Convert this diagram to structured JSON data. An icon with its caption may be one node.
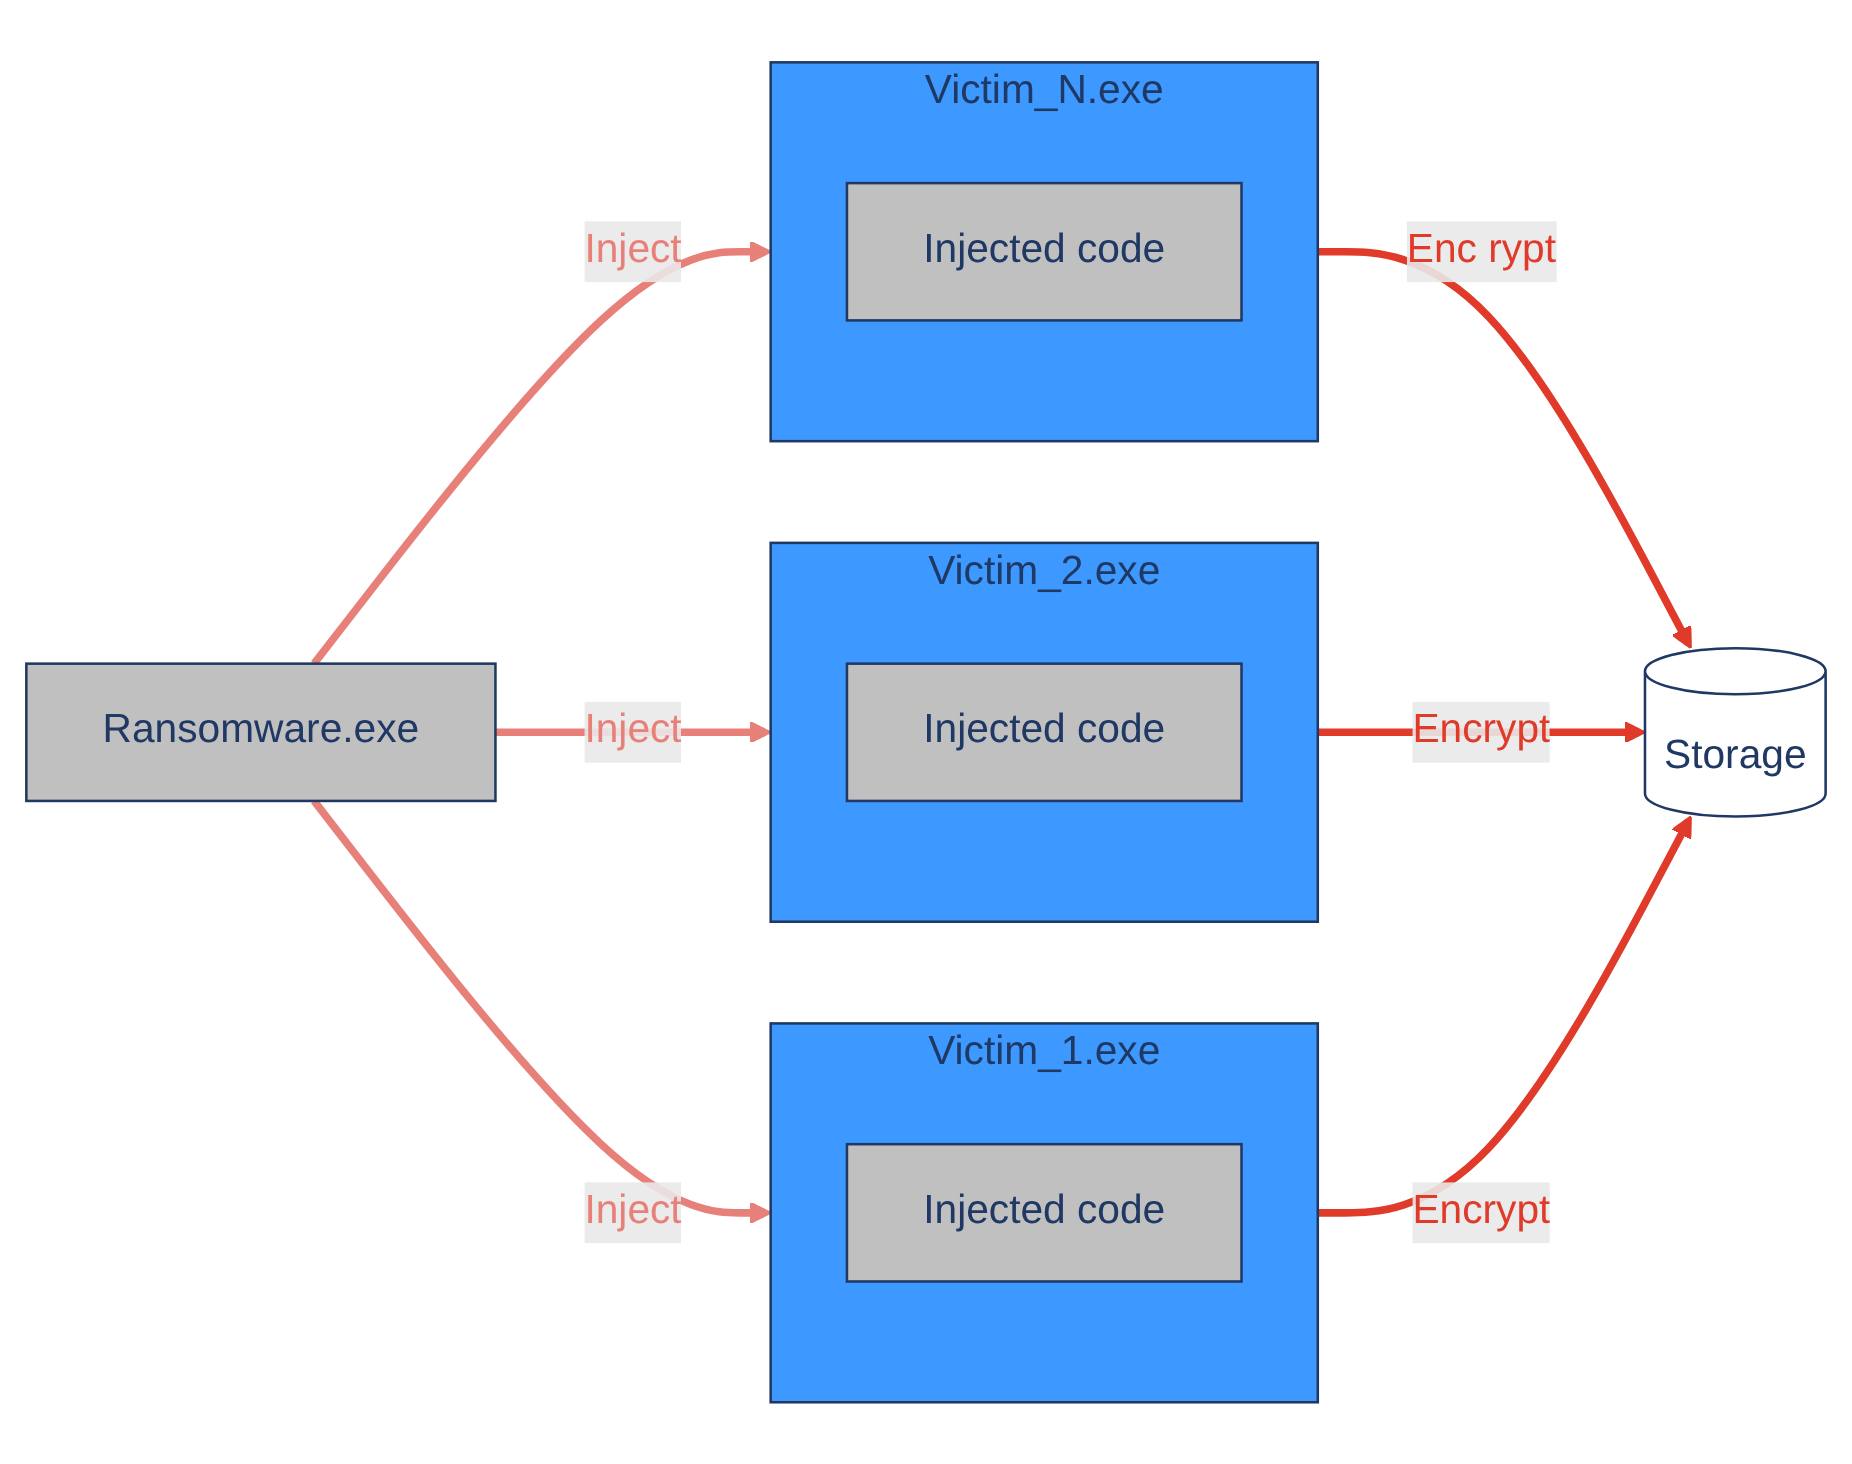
{
  "diagram": {
    "nodes": [
      {
        "text": [
          "Ransomware.exe"
        ]
      },
      {
        "text": [
          "Victim_1.exe"
        ]
      },
      {
        "text": [
          "Injected code"
        ],
        "in": 1
      },
      {
        "text": [
          "Victim_2.exe"
        ]
      },
      {
        "text": [
          "Injected code"
        ],
        "in": 3
      },
      {
        "text": [
          "Victim_N.exe"
        ]
      },
      {
        "text": [
          "Injected code"
        ],
        "in": 5
      },
      {
        "text": [
          "Storage"
        ]
      }
    ],
    "edges": [
      {
        "from": 0,
        "to": 1,
        "arrow": "to",
        "label": "Inject",
        "color": "#e8807a"
      },
      {
        "from": 0,
        "to": 3,
        "arrow": "to",
        "label": "Inject",
        "color": "#e8807a"
      },
      {
        "from": 0,
        "to": 5,
        "arrow": "to",
        "label": "Inject",
        "color": "#e8807a"
      },
      {
        "from": 5,
        "to": 7,
        "arrow": "to",
        "label": "Enc rypt",
        "color": "#e03a2a"
      },
      {
        "from": 3,
        "to": 7,
        "arrow": "to",
        "label": "Encrypt",
        "color": "#e03a2a"
      },
      {
        "from": 1,
        "to": 7,
        "arrow": "to",
        "label": "Encrypt",
        "color": "#e03a2a"
      }
    ]
  }
}
